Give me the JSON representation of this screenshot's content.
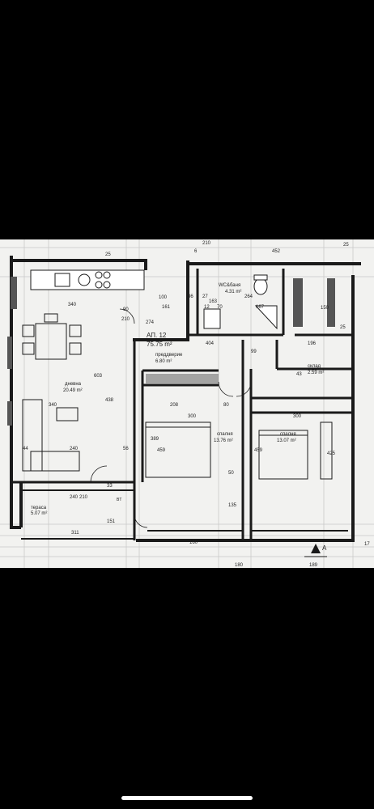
{
  "apartment": {
    "title": "АП. 12",
    "area": "75.75 m²"
  },
  "rooms": {
    "living": {
      "name": "дневна",
      "area": "20.49 m²"
    },
    "bath": {
      "name": "WC&баня",
      "area": "4.31 m²"
    },
    "hall": {
      "name": "преддверие",
      "area": "6.80 m²"
    },
    "storage": {
      "name": "склад",
      "area": "2.59 m²"
    },
    "bedroom1": {
      "name": "спалня",
      "area": "13.76 m²"
    },
    "bedroom2": {
      "name": "спалня",
      "area": "13.07 m²"
    },
    "terrace": {
      "name": "тераса",
      "area": "5.07 m²"
    }
  },
  "dimensions": {
    "d210_top": "210",
    "d452": "452",
    "d6": "6",
    "d25_top": "25",
    "d25_tr": "25",
    "d340_kitchen": "340",
    "d340_living": "340",
    "d603": "603",
    "d438": "438",
    "d240_living": "240",
    "d44": "44",
    "d90": "90",
    "d210_door": "210",
    "d274": "274",
    "d100": "100",
    "d161": "161",
    "d36": "36",
    "d12": "12",
    "d27": "27",
    "d70": "70",
    "d264": "264",
    "d167": "167",
    "d163": "163",
    "d150": "150",
    "d404": "404",
    "d196": "196",
    "d99": "99",
    "d43": "43",
    "d208": "208",
    "d80": "80",
    "d300_b1": "300",
    "d300_b2": "300",
    "d389": "389",
    "d459_b1": "459",
    "d459_b2": "459",
    "d425": "425",
    "d56": "56",
    "d33": "33",
    "d151": "151",
    "d311": "311",
    "d160": "160",
    "d135": "135",
    "d50": "50",
    "d189": "189",
    "d240_terrace": "240",
    "d210_terrace": "210",
    "d180": "180",
    "d17": "17",
    "d25_right": "25"
  },
  "annotations": {
    "section_marker": "A",
    "marker_bt": "BT"
  },
  "colors": {
    "background": "#000000",
    "paper": "#f2f2f0",
    "ink": "#1a1a1a",
    "grid": "#c9c9c9"
  }
}
